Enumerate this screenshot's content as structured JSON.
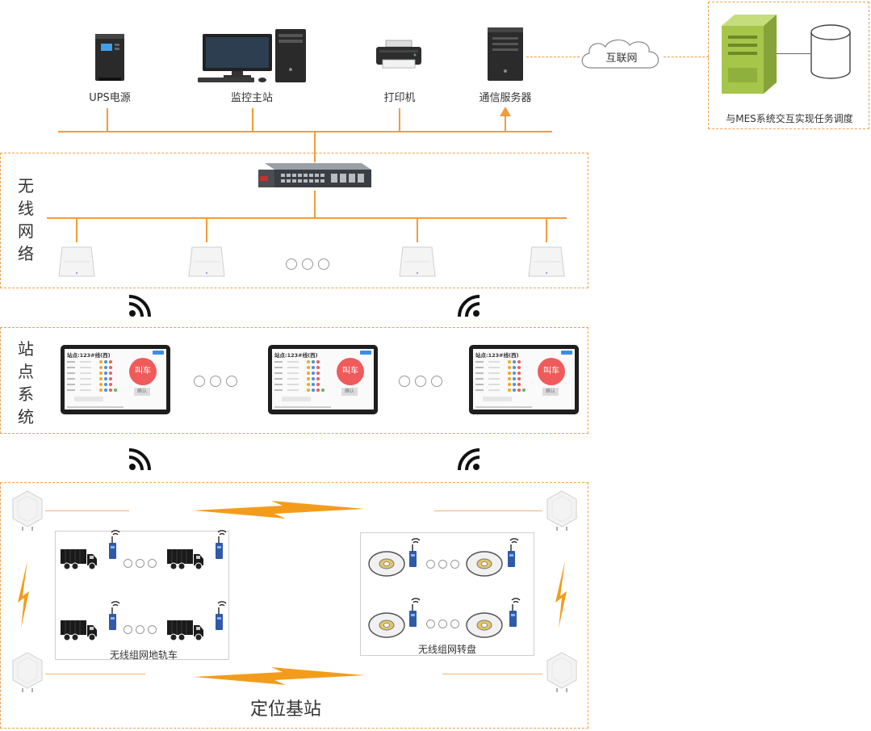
{
  "top_devices": {
    "ups_label": "UPS电源",
    "monitor_label": "监控主站",
    "printer_label": "打印机",
    "server_label": "通信服务器"
  },
  "internet": {
    "label": "互联网"
  },
  "mes": {
    "label": "与MES系统交互实现任务调度"
  },
  "wireless_network": {
    "title": "无线网络"
  },
  "station_system": {
    "title": "站点系统",
    "tablet": {
      "title": "站点:123#线(西)",
      "call_label": "叫车",
      "confirm_label": "确认"
    }
  },
  "positioning": {
    "label": "定位基站",
    "rail_cars_label": "无线组网地轨车",
    "turntable_label": "无线组网转盘"
  },
  "colors": {
    "accent": "#f39c3c",
    "dash_border": "#f0a050",
    "call_button": "#ef5b5b"
  }
}
